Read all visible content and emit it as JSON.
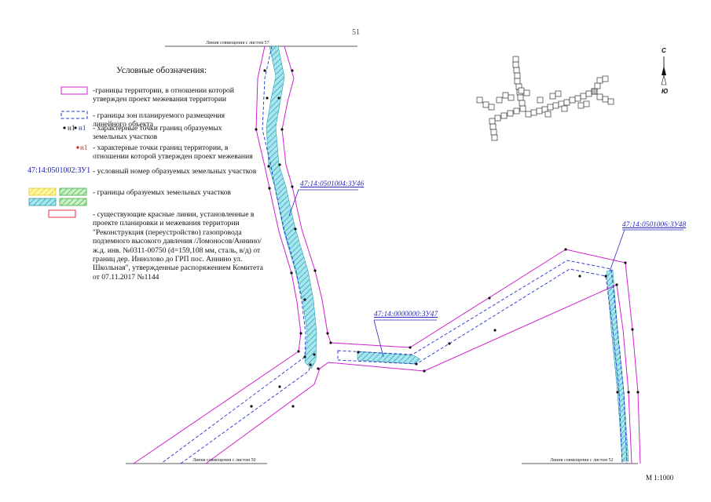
{
  "page_number": "51",
  "legend": {
    "title": "Условные обозначения:",
    "items": [
      {
        "id": "territory",
        "text": "-границы территории, в отношении которой утвержден проект межевания территории"
      },
      {
        "id": "zones",
        "text": "- границы зон планируемого размещения линейного объекта"
      },
      {
        "id": "points",
        "text": "- характерные точки границ  образуемых земельных участков"
      },
      {
        "id": "terr_points",
        "text": "-  характерные точки границ территории, в отношении которой утвержден проект межевания"
      },
      {
        "id": "cadastral",
        "text": "- условный номер образуемых земельных участков"
      },
      {
        "id": "lots",
        "text": "- границы образуемых земельных участков"
      },
      {
        "id": "red_lines",
        "text": "- существующие красные линии, установленные в проекте планировки и межевания территории \"Реконструкция (переустройство) газопровода подземного высокого давления /Ломоносов/Аннино/ ж.д. инв. №0311-00750 (d=159,108 мм, сталь, в/д) от границ дер. Иннолово до ГРП пос. Аннино ул. Школьная\", утвержденные распоряжением Комитета от 07.11.2017 №1144"
      }
    ],
    "point_sample_1": "н1",
    "point_sample_2": "н1",
    "terr_point_sample": "н1",
    "cadastral_sample": "47:14:0501002:ЗУ1",
    "colors": {
      "territory": "#d020d0",
      "zones": "#2233cc",
      "red_lines": "#e03040",
      "lot_yellow": "#f0e040",
      "lot_green": "#30a040",
      "lot_cyan": "#30c0d0"
    }
  },
  "parcels": {
    "zu46": "47:14:0501004:ЗУ46",
    "zu47": "47:14:0000000:ЗУ47",
    "zu48": "47:14:0501006:ЗУ48"
  },
  "combine_lines": {
    "top": "Линия совмещения с листом 57",
    "bottom_left": "Линия совмещения с листом 50",
    "bottom_right": "Линия совмещения с листом 52"
  },
  "compass": {
    "north": "С",
    "south": "Ю"
  },
  "scale": "М 1:1000",
  "colors": {
    "boundary": "#d020d0",
    "centerline": "#2233cc",
    "lot_fill": "#9fe3ee",
    "lot_hatch": "#1a8ea0",
    "leader": "#2a2ab8"
  }
}
